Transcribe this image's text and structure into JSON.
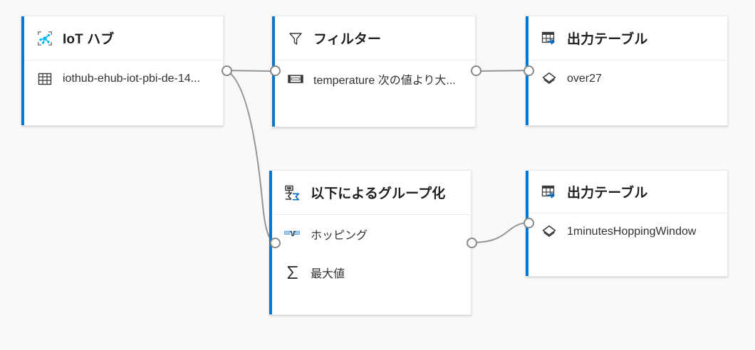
{
  "canvas": {
    "background": "#faf9f8",
    "accent_color": "#0078d4",
    "edge_color": "#979593",
    "handle_color": "#8a8886"
  },
  "nodes": [
    {
      "id": "iot-hub",
      "title": "IoT ハブ",
      "title_icon": "iot-hub-icon",
      "rows": [
        {
          "icon": "table-icon",
          "label": "iothub-ehub-iot-pbi-de-14..."
        }
      ]
    },
    {
      "id": "filter",
      "title": "フィルター",
      "title_icon": "filter-icon",
      "rows": [
        {
          "icon": "condition-icon",
          "label": "temperature 次の値より大..."
        }
      ]
    },
    {
      "id": "output-table-1",
      "title": "出力テーブル",
      "title_icon": "output-table-icon",
      "rows": [
        {
          "icon": "layers-icon",
          "label": "over27"
        }
      ]
    },
    {
      "id": "group-by",
      "title": "以下によるグループ化",
      "title_icon": "group-by-icon",
      "rows": [
        {
          "icon": "hopping-window-icon",
          "label": "ホッピング"
        },
        {
          "icon": "sum-icon",
          "label": "最大値"
        }
      ]
    },
    {
      "id": "output-table-2",
      "title": "出力テーブル",
      "title_icon": "output-table-icon",
      "rows": [
        {
          "icon": "layers-icon",
          "label": "1minutesHoppingWindow"
        }
      ]
    }
  ],
  "connections": [
    {
      "from": "iot-hub",
      "to": "filter"
    },
    {
      "from": "iot-hub",
      "to": "group-by"
    },
    {
      "from": "filter",
      "to": "output-table-1"
    },
    {
      "from": "group-by",
      "to": "output-table-2"
    }
  ]
}
